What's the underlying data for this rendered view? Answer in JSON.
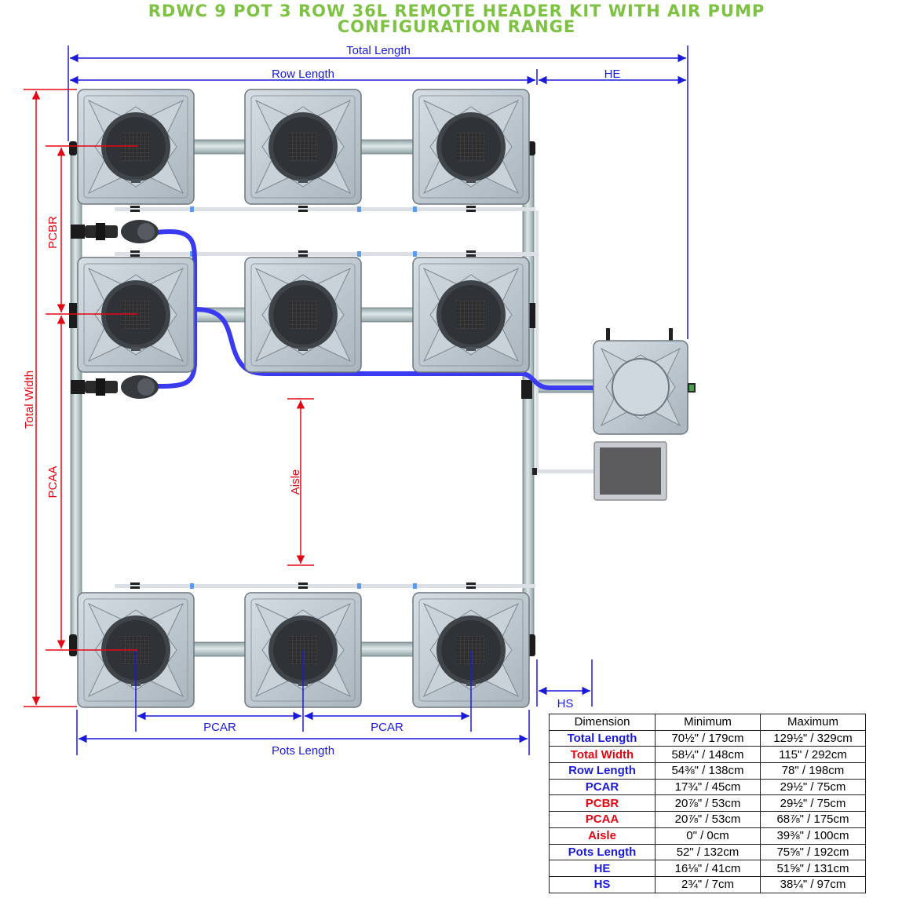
{
  "title": {
    "line1": "RDWC 9 POT 3 ROW 36L REMOTE HEADER KIT WITH AIR PUMP",
    "line2": "CONFIGURATION RANGE"
  },
  "labels": {
    "total_length": "Total Length",
    "row_length": "Row Length",
    "he": "HE",
    "hs": "HS",
    "total_width": "Total Width",
    "pcbr": "PCBR",
    "pcaa": "PCAA",
    "aisle": "Aisle",
    "pcar_1": "PCAR",
    "pcar_2": "PCAR",
    "pots_length": "Pots Length"
  },
  "colors": {
    "title_green": "#7dc242",
    "dim_blue": "#1a1adb",
    "dim_red": "#e30613",
    "hose_blue": "#3a3af0",
    "pot_grey": "#bcc6ce",
    "pipe_grey": "#b9c7c9"
  },
  "table": {
    "headers": [
      "Dimension",
      "Minimum",
      "Maximum"
    ],
    "rows": [
      {
        "name": "Total Length",
        "min": "70½\" / 179cm",
        "max": "129½\" / 329cm",
        "color": "blue"
      },
      {
        "name": "Total Width",
        "min": "58¼\" / 148cm",
        "max": "115\" / 292cm",
        "color": "red"
      },
      {
        "name": "Row Length",
        "min": "54⅜\" / 138cm",
        "max": "78\" / 198cm",
        "color": "blue"
      },
      {
        "name": "PCAR",
        "min": "17¾\" / 45cm",
        "max": "29½\" / 75cm",
        "color": "blue"
      },
      {
        "name": "PCBR",
        "min": "20⅞\" / 53cm",
        "max": "29½\" / 75cm",
        "color": "red"
      },
      {
        "name": "PCAA",
        "min": "20⅞\" / 53cm",
        "max": "68⅞\" / 175cm",
        "color": "red"
      },
      {
        "name": "Aisle",
        "min": "0\" / 0cm",
        "max": "39⅜\" / 100cm",
        "color": "red"
      },
      {
        "name": "Pots Length",
        "min": "52\" / 132cm",
        "max": "75⅝\" / 192cm",
        "color": "blue"
      },
      {
        "name": "HE",
        "min": "16⅛\" / 41cm",
        "max": "51⅝\" / 131cm",
        "color": "blue"
      },
      {
        "name": "HS",
        "min": "2¾\" / 7cm",
        "max": "38¼\" / 97cm",
        "color": "blue"
      }
    ]
  }
}
